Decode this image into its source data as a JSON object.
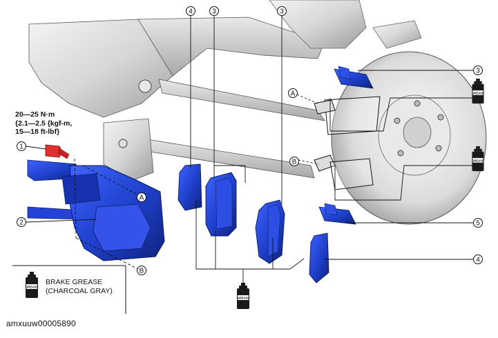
{
  "torque_spec": {
    "line1": "20—25 N·m",
    "line2": "{2.1—2.5 {kgf-m,",
    "line3": "15—18 ft-lbf}"
  },
  "callouts": {
    "c1": "1",
    "c2": "2",
    "c3a": "3",
    "c3b": "3",
    "c3c": "3",
    "c4a": "4",
    "c4b": "4",
    "c5": "5"
  },
  "ref_points": {
    "a_caliper": "A",
    "b_caliper": "B",
    "a_bracket": "A",
    "b_bracket": "B"
  },
  "grease_label": "GREASE",
  "legend": {
    "line1": "BRAKE GREASE",
    "line2": "(CHARCOAL GRAY)"
  },
  "document_id": "amxuuw00005890",
  "colors": {
    "part_blue": "#1e3fc8",
    "part_blue_dark": "#0e237e",
    "line": "#111111",
    "hatch": "#8a8a8a",
    "grease_can": "#1a1a1a"
  }
}
